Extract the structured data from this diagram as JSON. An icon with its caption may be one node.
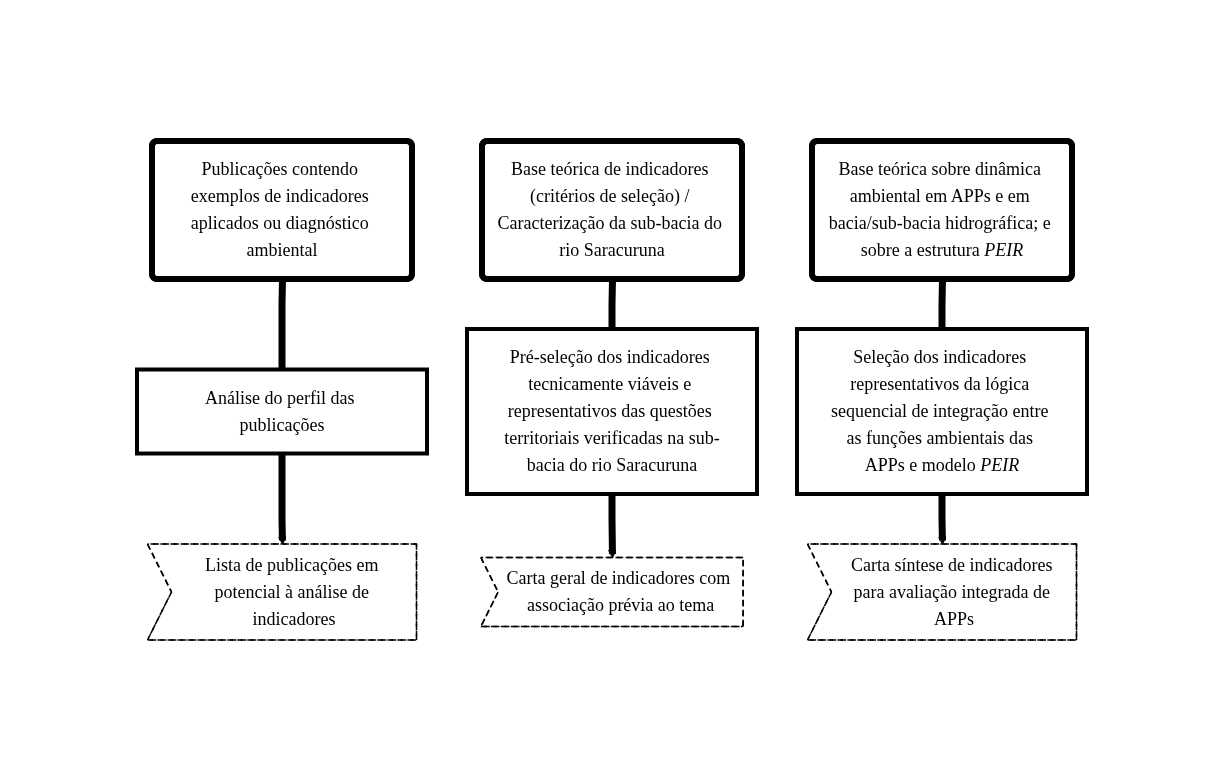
{
  "diagram": {
    "nodes": [
      {
        "text": [
          "Publicações contendo exemplos de indicadores aplicados ou diagnóstico ambiental"
        ]
      },
      {
        "text": [
          "Base teórica de indicadores (critérios de seleção) / Caracterização da sub-bacia do rio Saracuruna"
        ]
      },
      {
        "text": [
          "Base teórica sobre dinâmica ambiental em APPs e em bacia/sub-bacia hidrográfica; e sobre a estrutura *PEIR*"
        ]
      },
      {
        "text": [
          "Análise do perfil das publicações"
        ]
      },
      {
        "text": [
          "Pré-seleção dos indicadores tecnicamente viáveis e representativos das questões territoriais verificadas na sub-bacia do rio Saracuruna"
        ]
      },
      {
        "text": [
          "Seleção dos indicadores representativos da lógica sequencial de integração entre as funções ambientais das APPs e modelo *PEIR*"
        ]
      },
      {
        "text": [
          "Lista de publicações em potencial à análise de indicadores"
        ]
      },
      {
        "text": [
          "Carta geral de indicadores com associação prévia ao tema"
        ]
      },
      {
        "text": [
          "Carta síntese de indicadores para avaliação integrada de APPs"
        ]
      }
    ],
    "edges": [
      {
        "from": 0,
        "to": 3,
        "arrow": "none"
      },
      {
        "from": 1,
        "to": 4,
        "arrow": "none"
      },
      {
        "from": 2,
        "to": 5,
        "arrow": "none"
      },
      {
        "from": 3,
        "to": 6,
        "arrow": "to"
      },
      {
        "from": 4,
        "to": 7,
        "arrow": "to"
      },
      {
        "from": 5,
        "to": 8,
        "arrow": "to"
      }
    ]
  }
}
